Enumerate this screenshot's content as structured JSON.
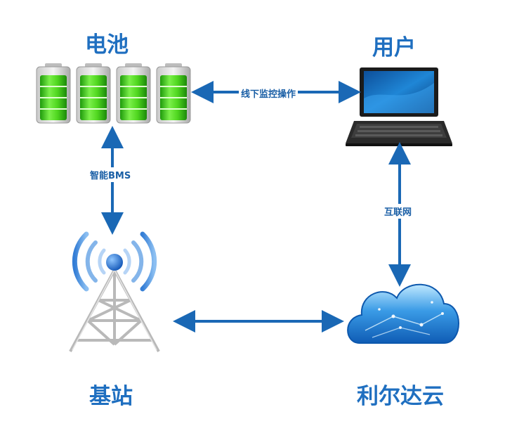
{
  "nodes": {
    "battery": {
      "label": "电池"
    },
    "user": {
      "label": "用户"
    },
    "base_station": {
      "label": "基站"
    },
    "cloud": {
      "label": "利尔达云"
    }
  },
  "edges": {
    "battery_user": {
      "label": "线下监控操作"
    },
    "battery_station": {
      "label": "智能BMS"
    },
    "user_cloud": {
      "label": "互联网"
    }
  },
  "colors": {
    "title": "#1f6fc0",
    "arrow": "#1a68b5",
    "battery_green": "#3ed21a",
    "cloud_blue": "#2b8be0"
  }
}
